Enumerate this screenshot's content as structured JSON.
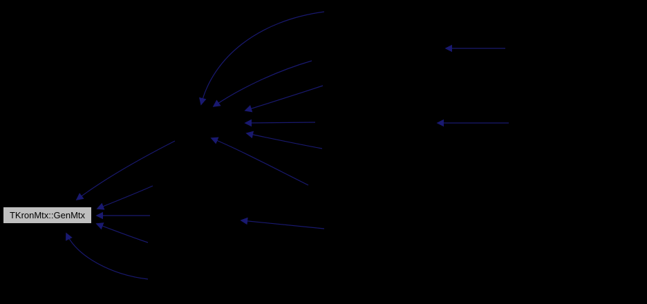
{
  "diagram": {
    "type": "caller-graph",
    "node": {
      "label": "TKronMtx::GenMtx"
    },
    "edge_count": 14
  },
  "colors": {
    "background": "#000000",
    "edge": "#191970",
    "node_fill": "#bfbfbf",
    "node_border": "#000000",
    "node_text": "#000000"
  }
}
